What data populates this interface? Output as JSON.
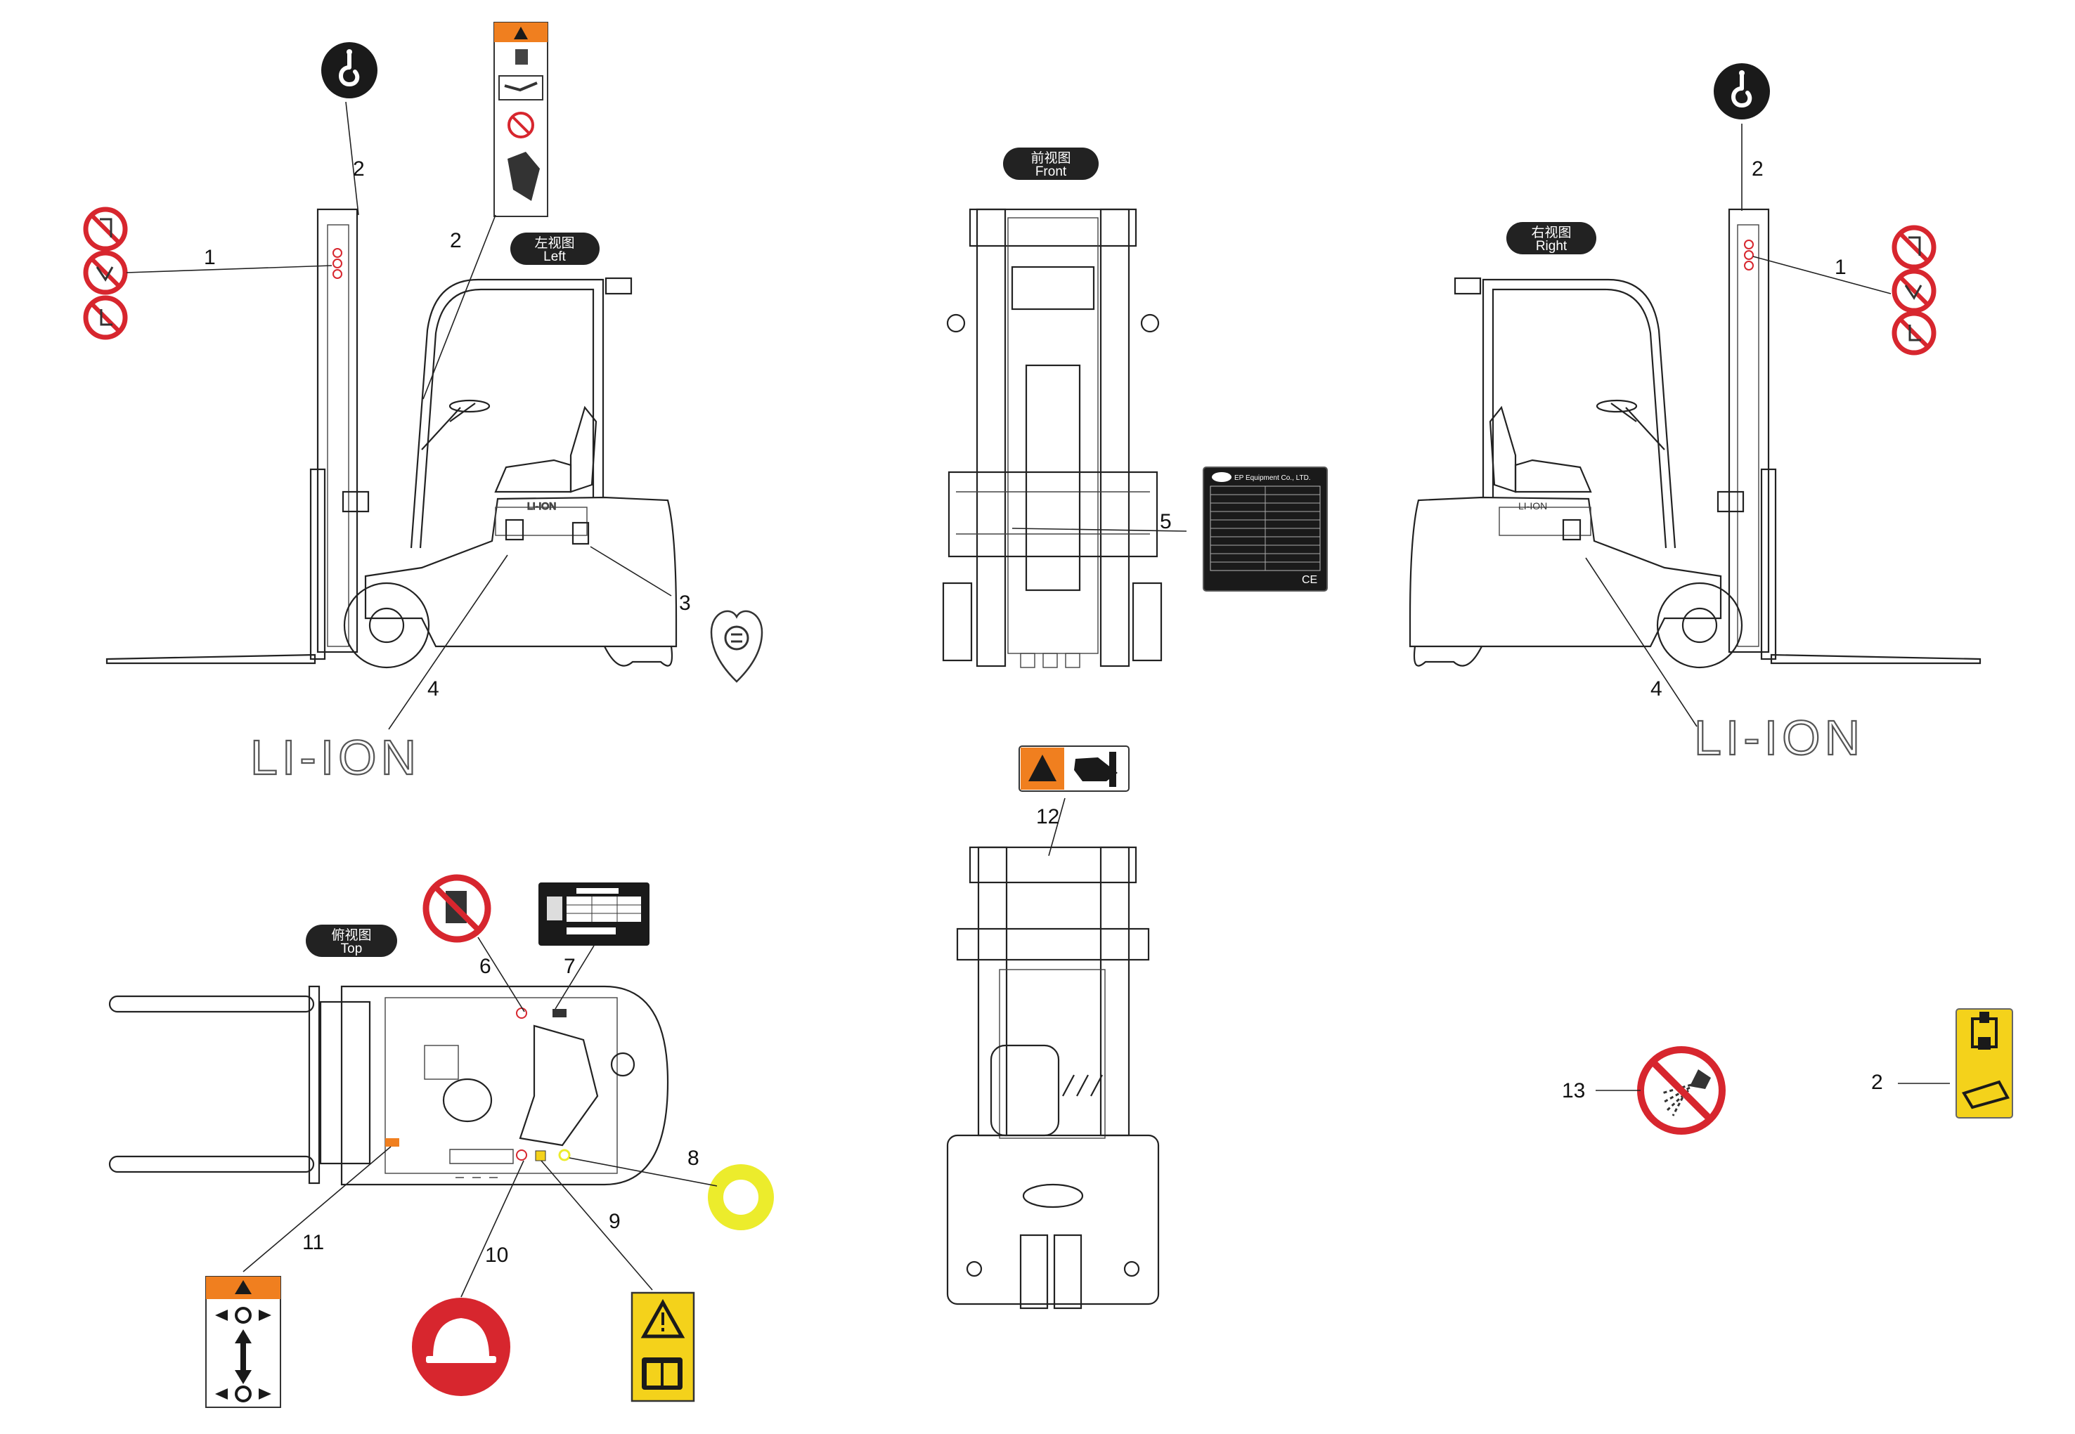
{
  "views": {
    "left": {
      "cn": "左视图",
      "en": "Left"
    },
    "front": {
      "cn": "前视图",
      "en": "Front"
    },
    "right": {
      "cn": "右视图",
      "en": "Right"
    },
    "top": {
      "cn": "俯视图",
      "en": "Top"
    }
  },
  "callouts": {
    "c1a": "1",
    "c2a": "2",
    "c2b": "2",
    "c3": "3",
    "c4a": "4",
    "c5": "5",
    "c2c": "2",
    "c1b": "1",
    "c4b": "4",
    "c12": "12",
    "c6": "6",
    "c7": "7",
    "c8": "8",
    "c9": "9",
    "c10": "10",
    "c11": "11",
    "c13": "13",
    "c2d": "2"
  },
  "brand": {
    "liion": "LI-ION",
    "truck_badge": "LI-ION"
  },
  "nameplate": {
    "company": "EP Equipment Co., LTD.",
    "mark": "CE"
  },
  "colors": {
    "prohibit_red": "#d7262e",
    "warning_orange": "#f07f1f",
    "warning_yellow": "#f4d21b",
    "ring_yellow": "#ecec2c",
    "label_black": "#1a1a1a",
    "line": "#222222"
  },
  "icons": {
    "hook": "lifting-hook-icon",
    "no_stand": "no-standing-under-forks-icon",
    "charge": "charging-point-icon",
    "helmet": "wear-helmet-icon",
    "read_manual": "read-manual-warning-icon",
    "no_water": "no-water-spray-icon",
    "hand_crush": "hand-crush-warning-icon"
  }
}
